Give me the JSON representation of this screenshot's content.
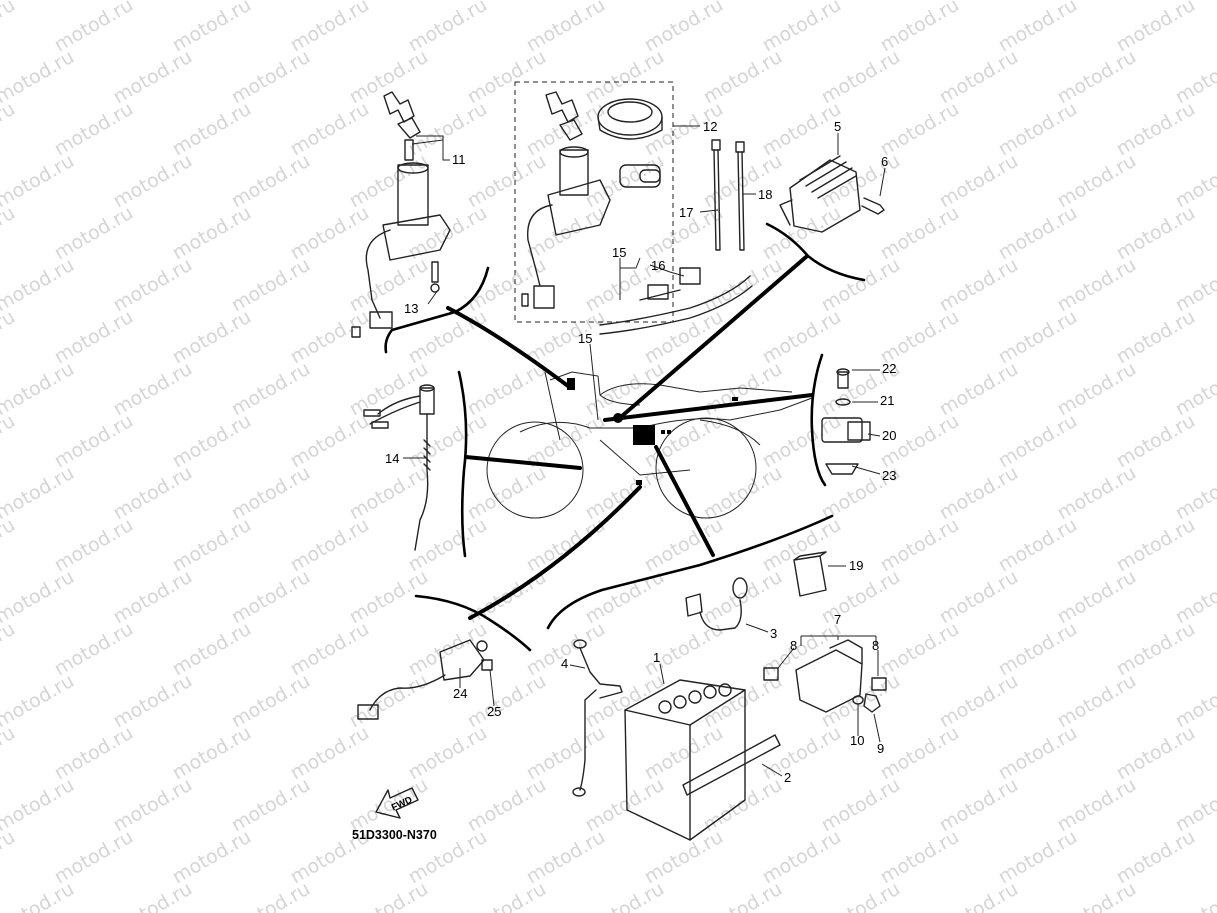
{
  "watermark": "motod.ru",
  "diagram_code": "51D3300-N370",
  "fwd_label": "FWD",
  "callouts": {
    "c1": "1",
    "c2": "2",
    "c3": "3",
    "c4": "4",
    "c5": "5",
    "c6": "6",
    "c7": "7",
    "c8a": "8",
    "c8b": "8",
    "c9": "9",
    "c10": "10",
    "c11": "11",
    "c12": "12",
    "c13": "13",
    "c14": "14",
    "c15a": "15",
    "c15b": "15",
    "c16": "16",
    "c17": "17",
    "c18": "18",
    "c19": "19",
    "c20": "20",
    "c21": "21",
    "c22": "22",
    "c23": "23",
    "c24": "24",
    "c25": "25"
  },
  "colors": {
    "line": "#222222",
    "watermark": "#c8c8c8",
    "background": "#ffffff"
  }
}
